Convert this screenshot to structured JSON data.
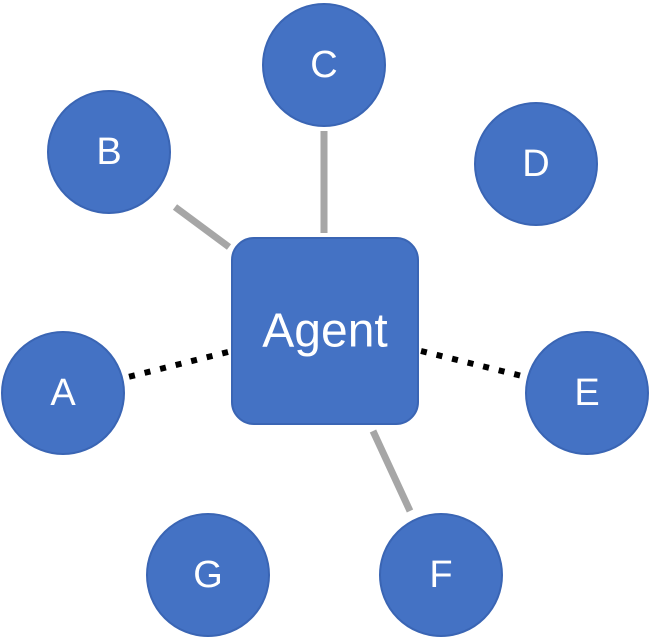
{
  "colors": {
    "node_fill": "#4472C4",
    "node_stroke": "#3A65B4",
    "label": "#FFFFFF",
    "solid_link": "#A6A6A6",
    "dotted_link": "#000000"
  },
  "agent": {
    "label": "Agent"
  },
  "nodes": [
    {
      "id": "A",
      "label": "A"
    },
    {
      "id": "B",
      "label": "B"
    },
    {
      "id": "C",
      "label": "C"
    },
    {
      "id": "D",
      "label": "D"
    },
    {
      "id": "E",
      "label": "E"
    },
    {
      "id": "F",
      "label": "F"
    },
    {
      "id": "G",
      "label": "G"
    }
  ],
  "links": [
    {
      "from": "agent",
      "to": "A",
      "style": "dotted"
    },
    {
      "from": "agent",
      "to": "B",
      "style": "solid"
    },
    {
      "from": "agent",
      "to": "C",
      "style": "solid"
    },
    {
      "from": "agent",
      "to": "E",
      "style": "dotted"
    },
    {
      "from": "agent",
      "to": "F",
      "style": "solid"
    }
  ]
}
